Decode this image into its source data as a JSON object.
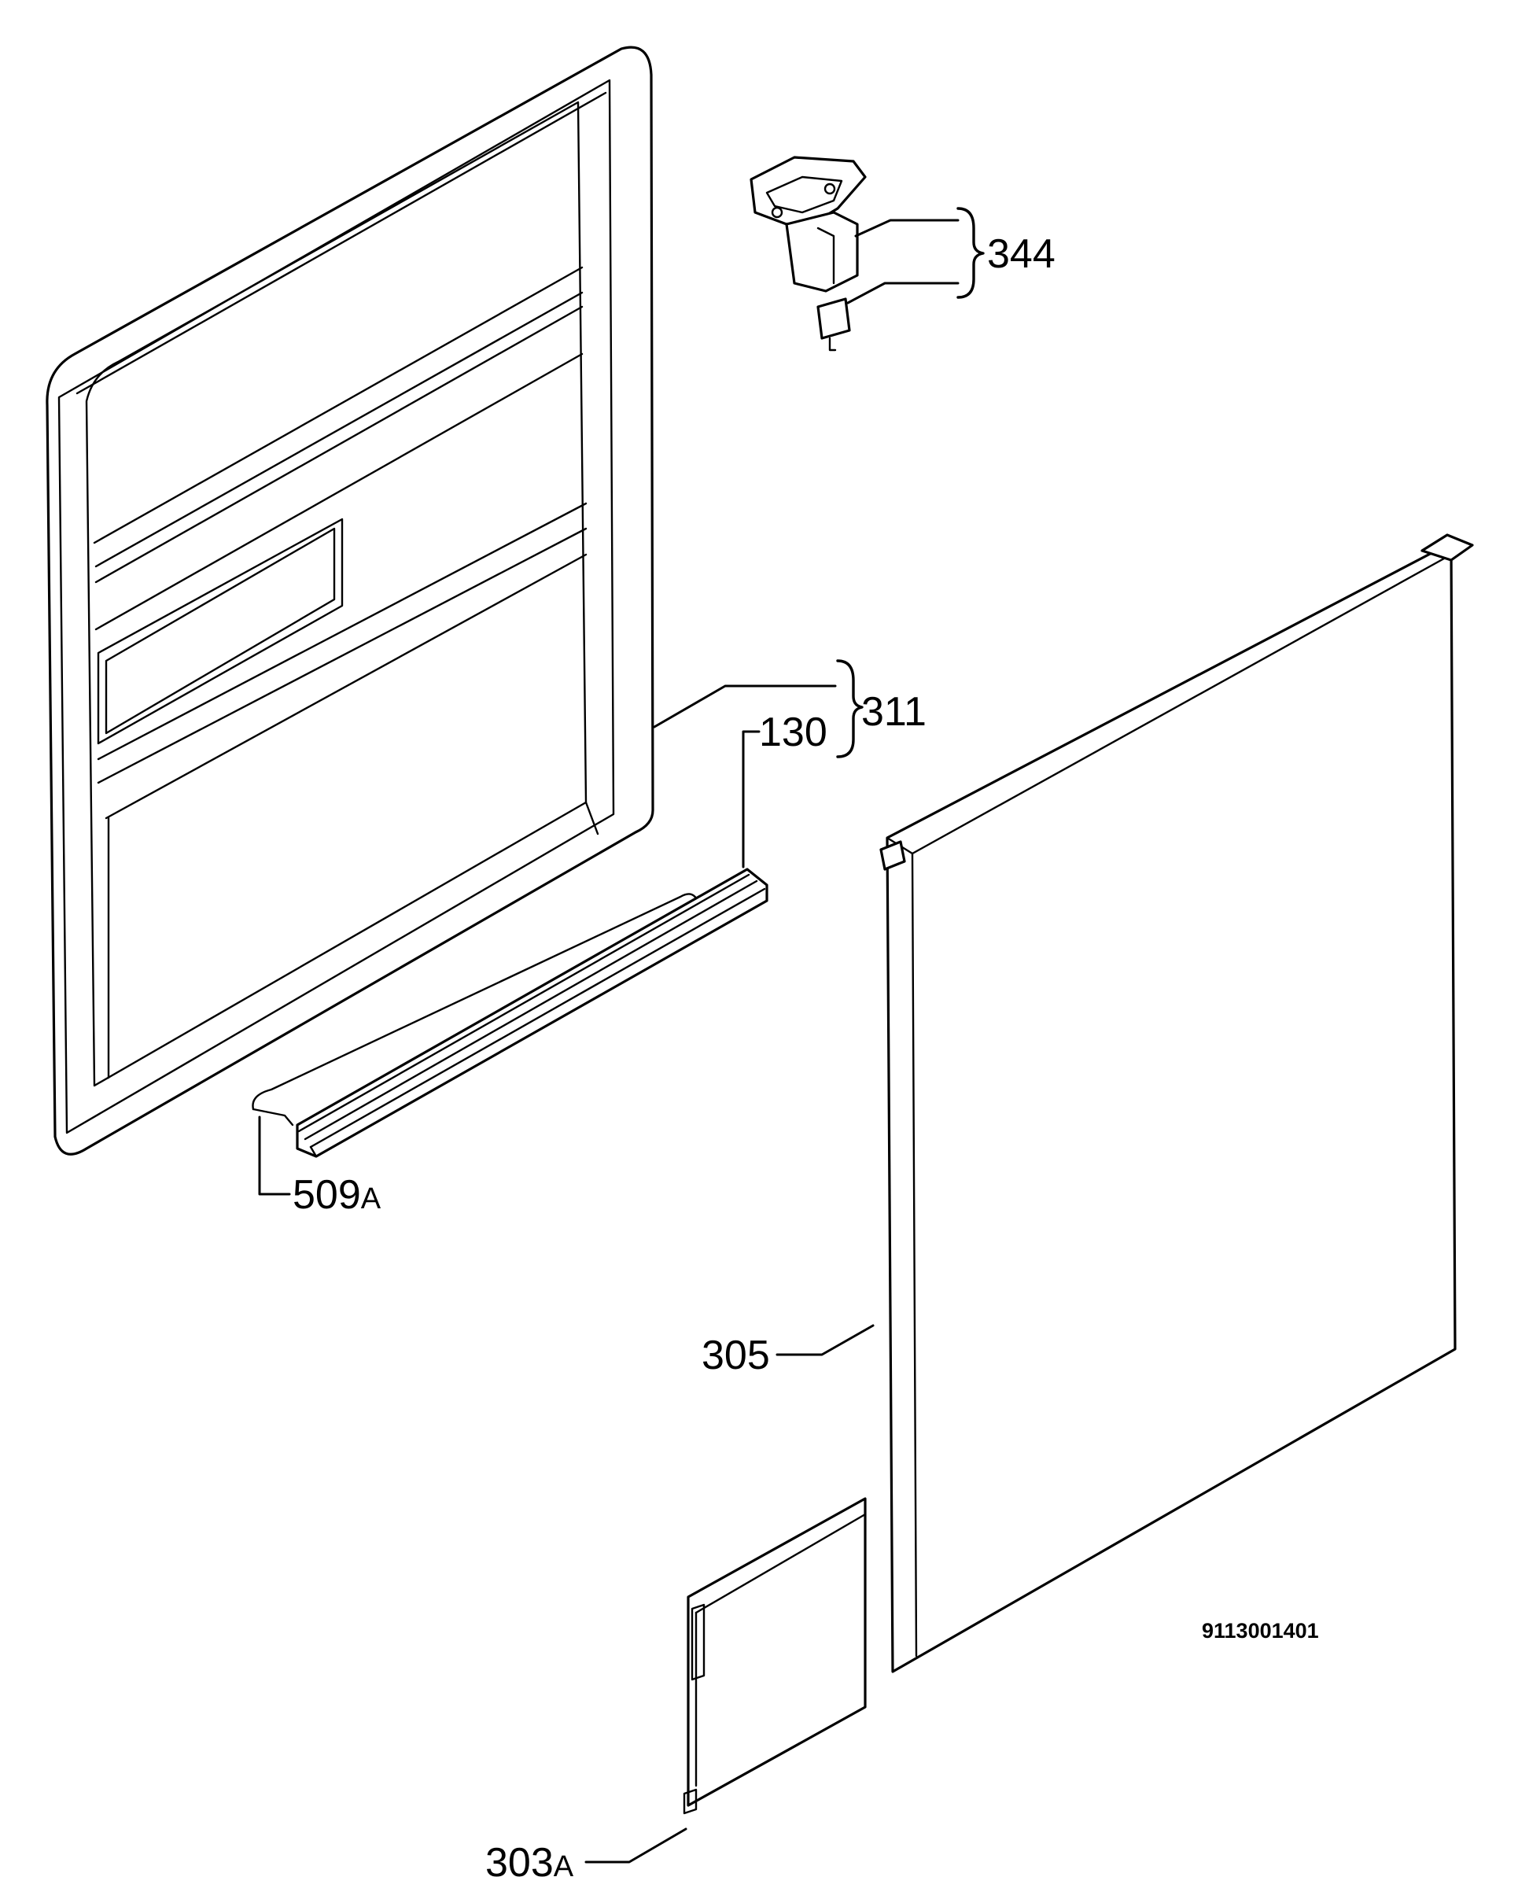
{
  "diagram": {
    "document_number": "9113001401",
    "callouts": [
      {
        "id": "344",
        "text": "344",
        "suffix": ""
      },
      {
        "id": "311",
        "text": "311",
        "suffix": ""
      },
      {
        "id": "130",
        "text": "130",
        "suffix": ""
      },
      {
        "id": "509a",
        "text": "509",
        "suffix": "A"
      },
      {
        "id": "305",
        "text": "305",
        "suffix": ""
      },
      {
        "id": "303a",
        "text": "303",
        "suffix": "A"
      }
    ]
  }
}
